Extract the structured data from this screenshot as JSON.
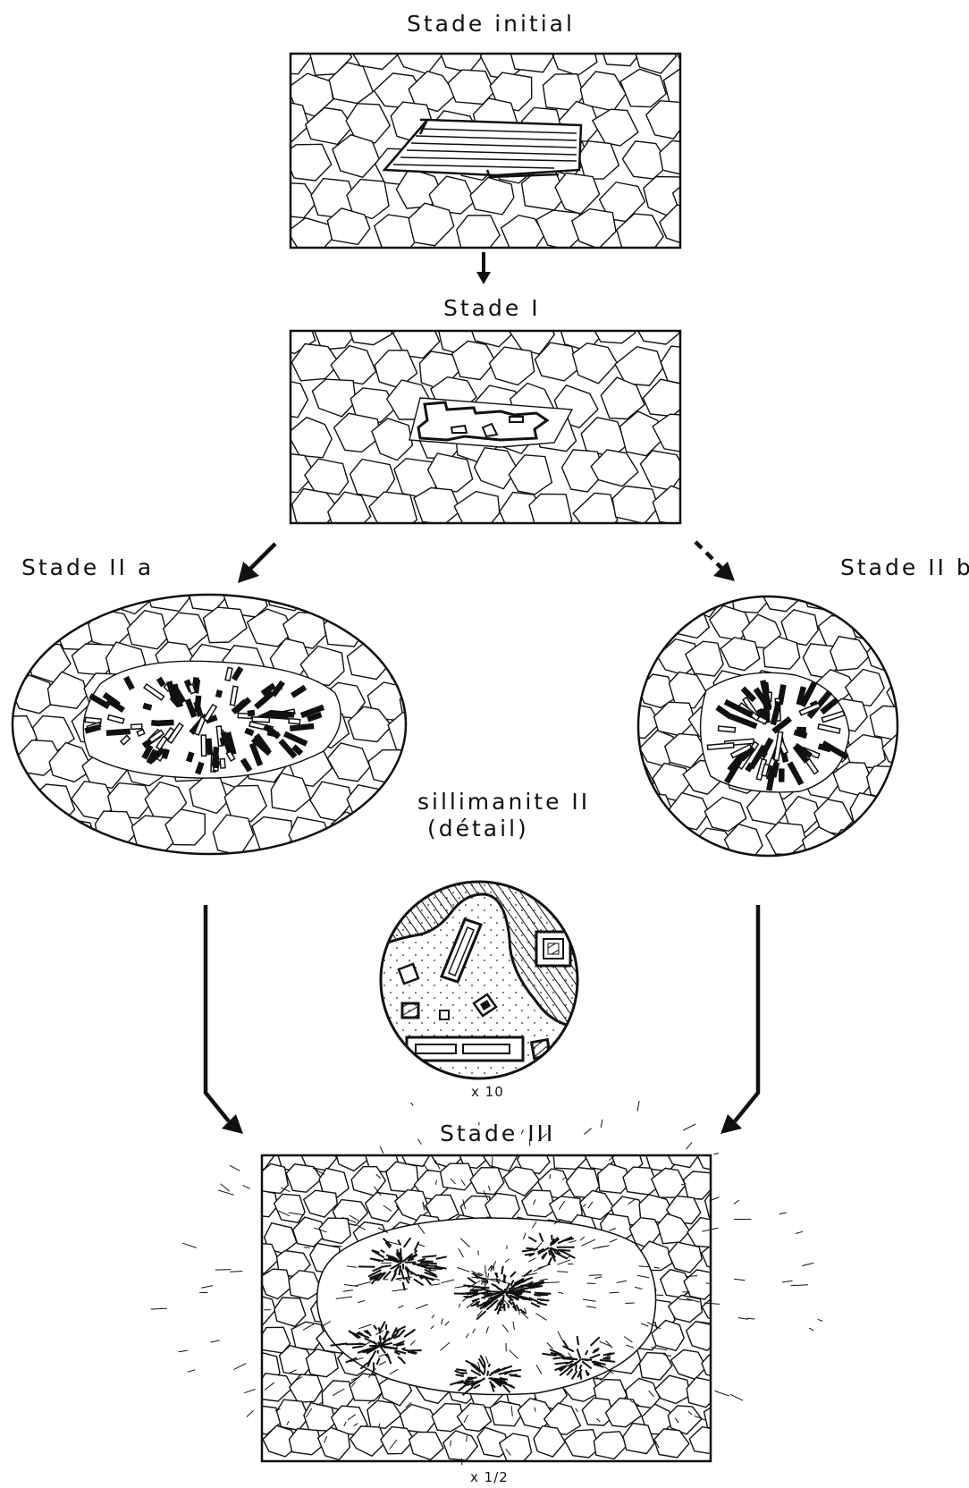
{
  "stages": {
    "initial": "Stade initial",
    "one": "Stade I",
    "two_a": "Stade II a",
    "two_b": "Stade II b",
    "three": "Stade III"
  },
  "detail": {
    "title_line1": "sillimanite II",
    "title_line2": "(détail)",
    "magnification": "x 10"
  },
  "stage_three_scale": "x 1/2"
}
